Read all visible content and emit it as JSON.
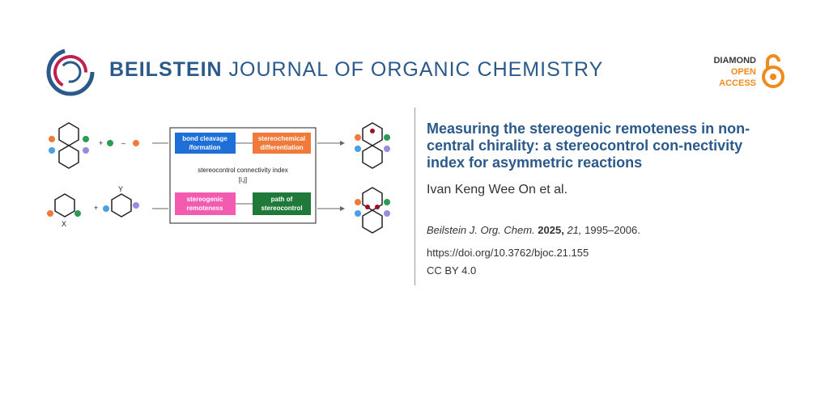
{
  "header": {
    "journal_bold": "BEILSTEIN",
    "journal_rest": " JOURNAL OF ORGANIC CHEMISTRY",
    "oa_line1": "DIAMOND",
    "oa_line2": "OPEN",
    "oa_line3": "ACCESS"
  },
  "graphic": {
    "box_bond": "bond cleavage",
    "box_bond2": "/formation",
    "box_stereo": "stereochemical",
    "box_stereo2": "differentiation",
    "index_label": "stereocontrol connectivity index",
    "index_symbol": "[i,j]",
    "box_remote": "stereogenic",
    "box_remote2": "remoteness",
    "box_path": "path of",
    "box_path2": "stereocontrol",
    "plus1": "+",
    "minus": "–",
    "plus2": "+",
    "label_x": "X",
    "label_y": "Y"
  },
  "colors": {
    "blue_box": "#1f6fd8",
    "orange_box": "#f07a3a",
    "pink_box": "#f25bb0",
    "green_box": "#1f7a3a"
  },
  "article": {
    "title": "Measuring the stereogenic remoteness in non-central chirality: a stereocontrol con-nectivity index for asymmetric reactions",
    "authors": "Ivan Keng Wee On et al.",
    "journal_abbr": "Beilstein J. Org. Chem.",
    "year": "2025,",
    "volume": "21,",
    "pages": "1995–2006.",
    "doi": "https://doi.org/10.3762/bjoc.21.155",
    "license": "CC BY 4.0"
  }
}
